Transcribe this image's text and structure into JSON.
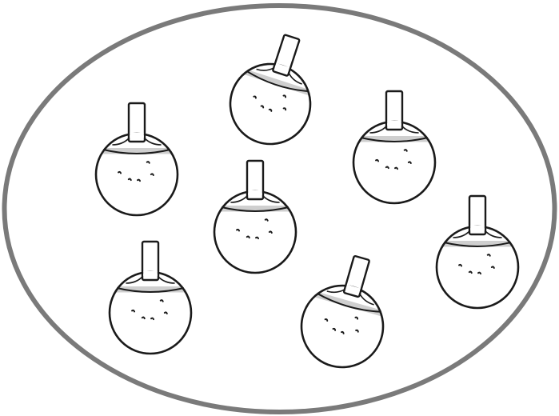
{
  "scene": {
    "subject": "round-bottom-flask",
    "count": 7,
    "frame": "oval-border",
    "colors": {
      "frame_stroke": "#7a7a7a",
      "ink": "#1a1a1a",
      "liquid_fill": "#cfcfcf",
      "background": "#ffffff"
    },
    "flasks": [
      {
        "id": "flask-1",
        "tilt": "slight-right",
        "fill_level": 0.25
      },
      {
        "id": "flask-2",
        "tilt": "upright",
        "fill_level": 0.25
      },
      {
        "id": "flask-3",
        "tilt": "upright",
        "fill_level": 0.25
      },
      {
        "id": "flask-4",
        "tilt": "upright",
        "fill_level": 0.25
      },
      {
        "id": "flask-5",
        "tilt": "upright",
        "fill_level": 0.25
      },
      {
        "id": "flask-6",
        "tilt": "slight-right",
        "fill_level": 0.25
      },
      {
        "id": "flask-7",
        "tilt": "upright",
        "fill_level": 0.25
      }
    ]
  }
}
